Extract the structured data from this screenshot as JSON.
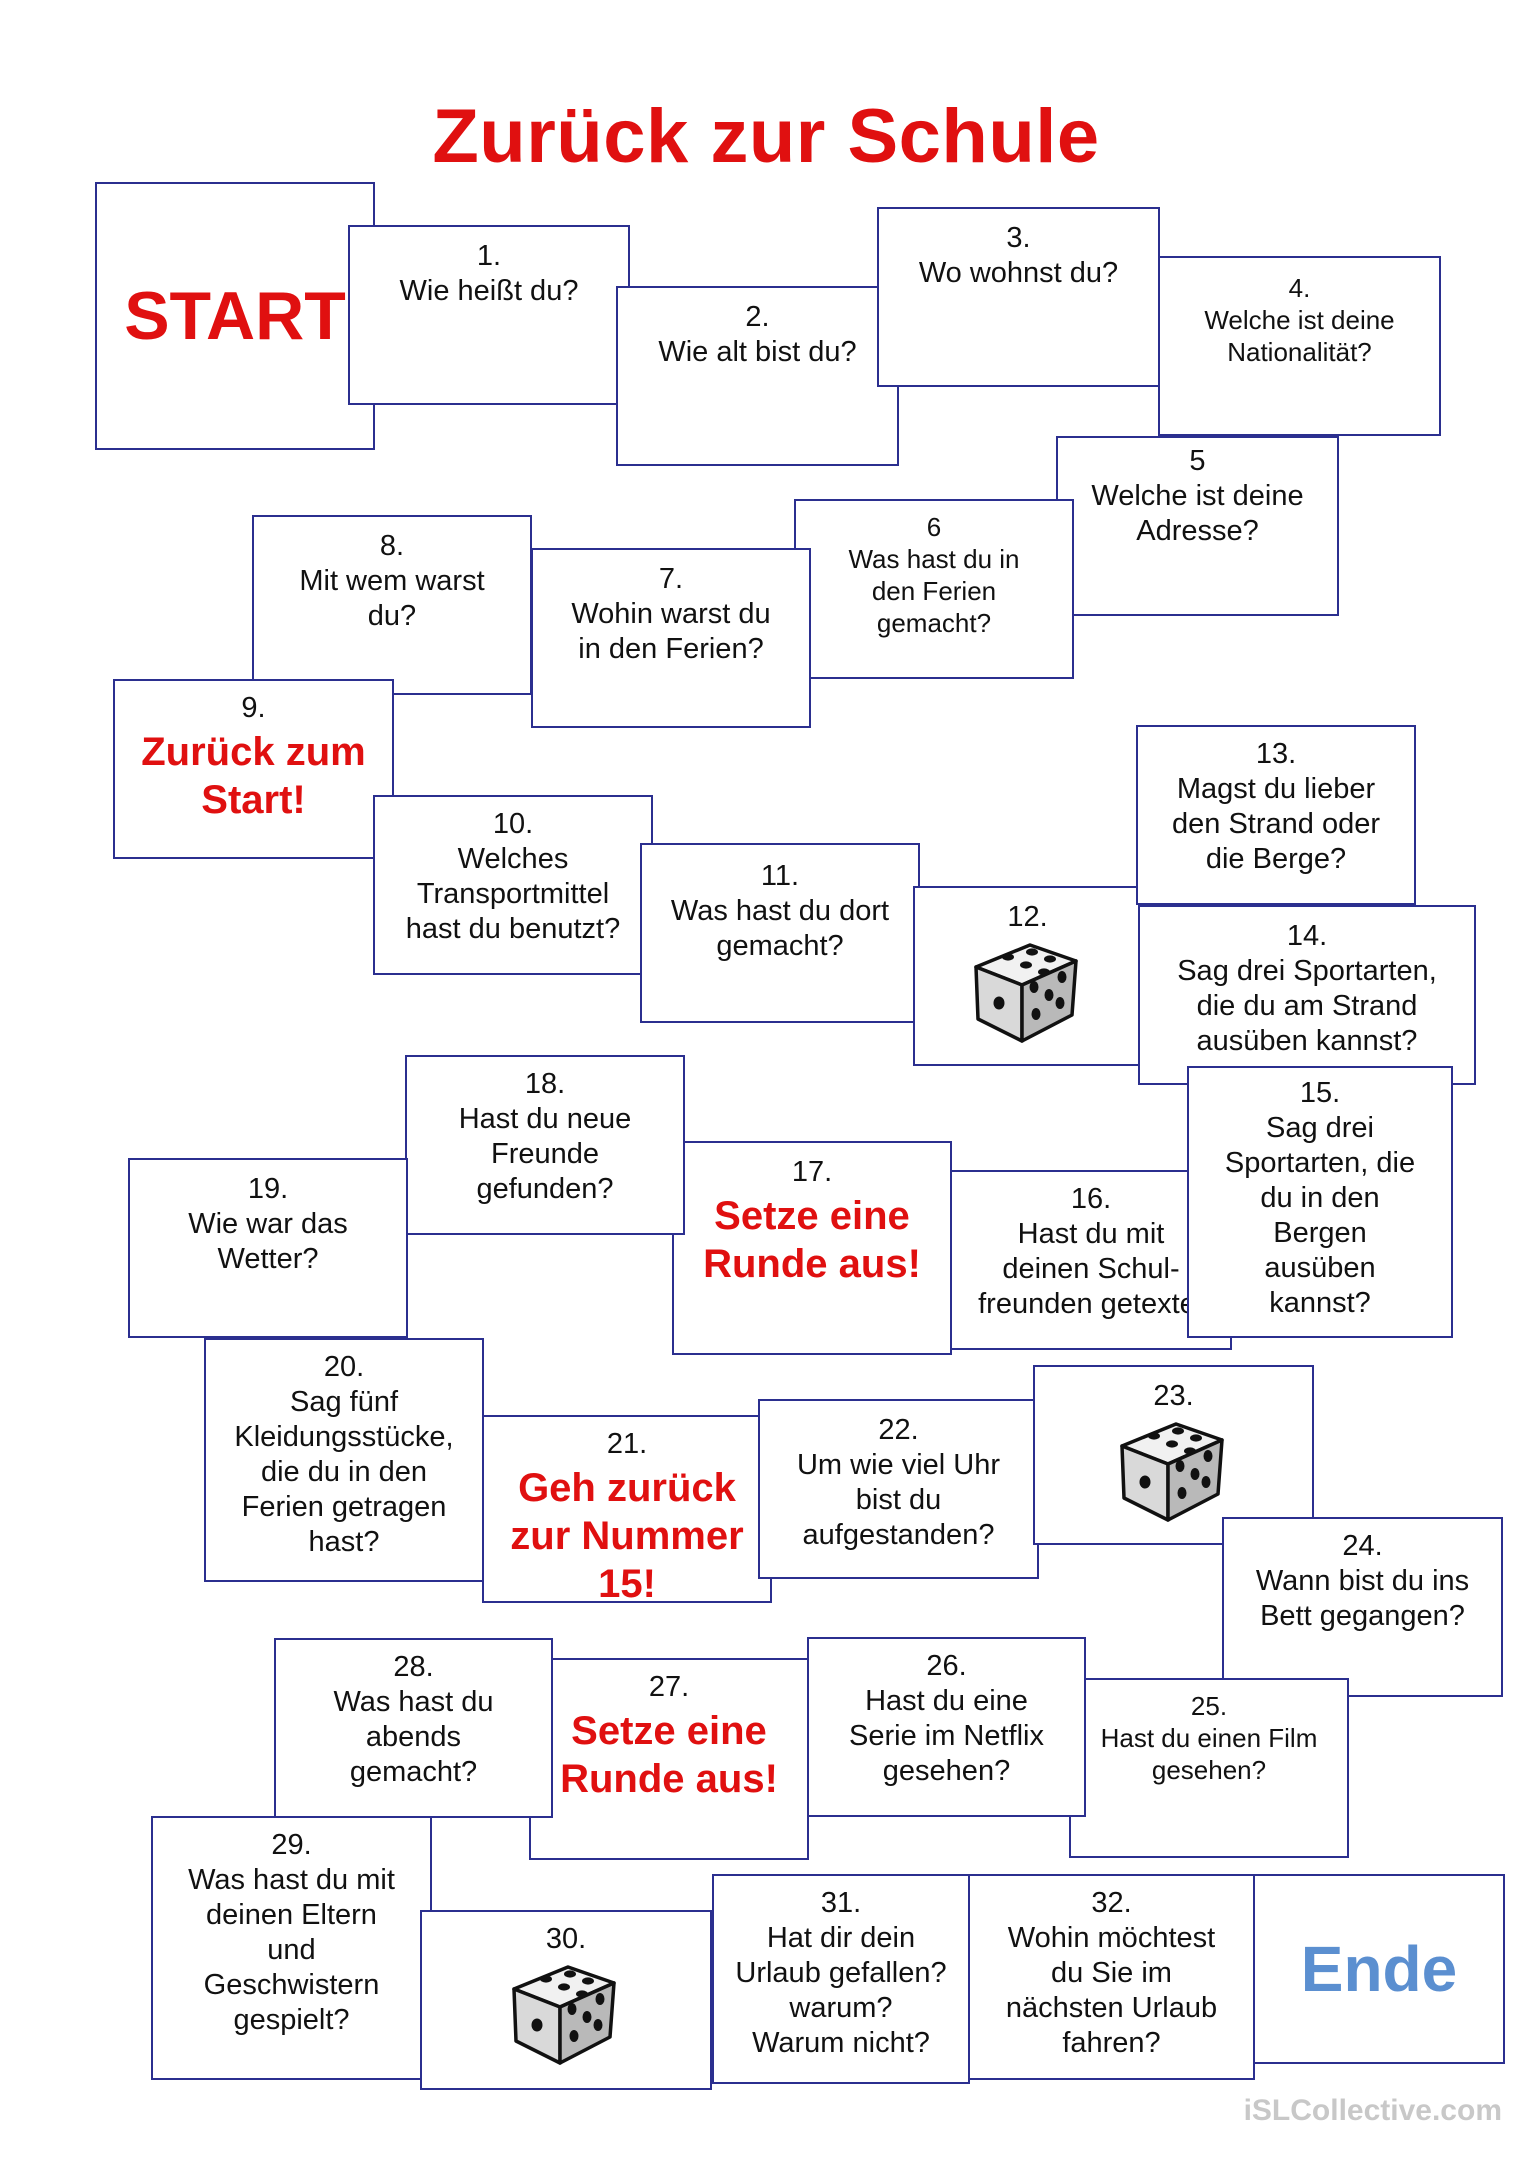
{
  "title": "Zurück zur Schule",
  "colors": {
    "title": "#e01010",
    "action": "#e01010",
    "border": "#2b2f8f",
    "ende": "#5b8fd0",
    "text": "#111111"
  },
  "start": "START",
  "ende": "Ende",
  "fields": {
    "f1": {
      "num": "1.",
      "text": "Wie heißt du?"
    },
    "f2": {
      "num": "2.",
      "text": "Wie alt bist du?"
    },
    "f3": {
      "num": "3.",
      "text": "Wo wohnst du?"
    },
    "f4": {
      "num": "4.",
      "text": "Welche  ist deine\nNationalität?"
    },
    "f5": {
      "num": "5",
      "text": "Welche ist deine\nAdresse?"
    },
    "f6": {
      "num": "6",
      "text": "Was hast du in\nden Ferien\ngemacht?"
    },
    "f7": {
      "num": "7.",
      "text": "Wohin warst du\nin den Ferien?"
    },
    "f8": {
      "num": "8.",
      "text": "Mit wem warst\ndu?"
    },
    "f9": {
      "num": "9.",
      "action": "Zurück zum\nStart!"
    },
    "f10": {
      "num": "10.",
      "text": "Welches\nTransportmittel\nhast  du benutzt?"
    },
    "f11": {
      "num": "11.",
      "text": "Was hast du dort\ngemacht?"
    },
    "f12": {
      "num": "12.",
      "icon": "dice-icon"
    },
    "f13": {
      "num": "13.",
      "text": "Magst du lieber\nden Strand oder\ndie Berge?"
    },
    "f14": {
      "num": "14.",
      "text": "Sag drei Sportarten,\ndie du am Strand\nausüben kannst?"
    },
    "f15": {
      "num": "15.",
      "text": "Sag drei\nSportarten, die\ndu in den\nBergen\nausüben\nkannst?"
    },
    "f16": {
      "num": "16.",
      "text": "Hast du mit\ndeinen Schul-\nfreunden getextet"
    },
    "f17": {
      "num": "17.",
      "action": "Setze eine\nRunde aus!"
    },
    "f18": {
      "num": "18.",
      "text": "Hast du neue\nFreunde\ngefunden?"
    },
    "f19": {
      "num": "19.",
      "text": "Wie war das\nWetter?"
    },
    "f20": {
      "num": "20.",
      "text": "Sag fünf\nKleidungsstücke,\ndie du in den\nFerien getragen\nhast?"
    },
    "f21": {
      "num": "21.",
      "action": "Geh zurück\nzur Nummer\n15!"
    },
    "f22": {
      "num": "22.",
      "text": "Um wie viel Uhr\nbist du\naufgestanden?"
    },
    "f23": {
      "num": "23.",
      "icon": "dice-icon"
    },
    "f24": {
      "num": "24.",
      "text": "Wann bist du ins\nBett gegangen?"
    },
    "f25": {
      "num": "25.",
      "text": "Hast du einen Film\ngesehen?"
    },
    "f26": {
      "num": "26.",
      "text": "Hast du eine\nSerie im Netflix\ngesehen?"
    },
    "f27": {
      "num": "27.",
      "action": "Setze eine\nRunde aus!"
    },
    "f28": {
      "num": "28.",
      "text": "Was hast du\nabends\ngemacht?"
    },
    "f29": {
      "num": "29.",
      "text": "Was hast du mit\ndeinen Eltern\nund\nGeschwistern\ngespielt?"
    },
    "f30": {
      "num": "30.",
      "icon": "dice-icon"
    },
    "f31": {
      "num": "31.",
      "text": "Hat dir dein\nUrlaub gefallen?\nwarum?\nWarum nicht?"
    },
    "f32": {
      "num": "32.",
      "text": "Wohin möchtest\ndu Sie im\nnächsten Urlaub\nfahren?"
    }
  },
  "watermark": "iSLCollective.com"
}
